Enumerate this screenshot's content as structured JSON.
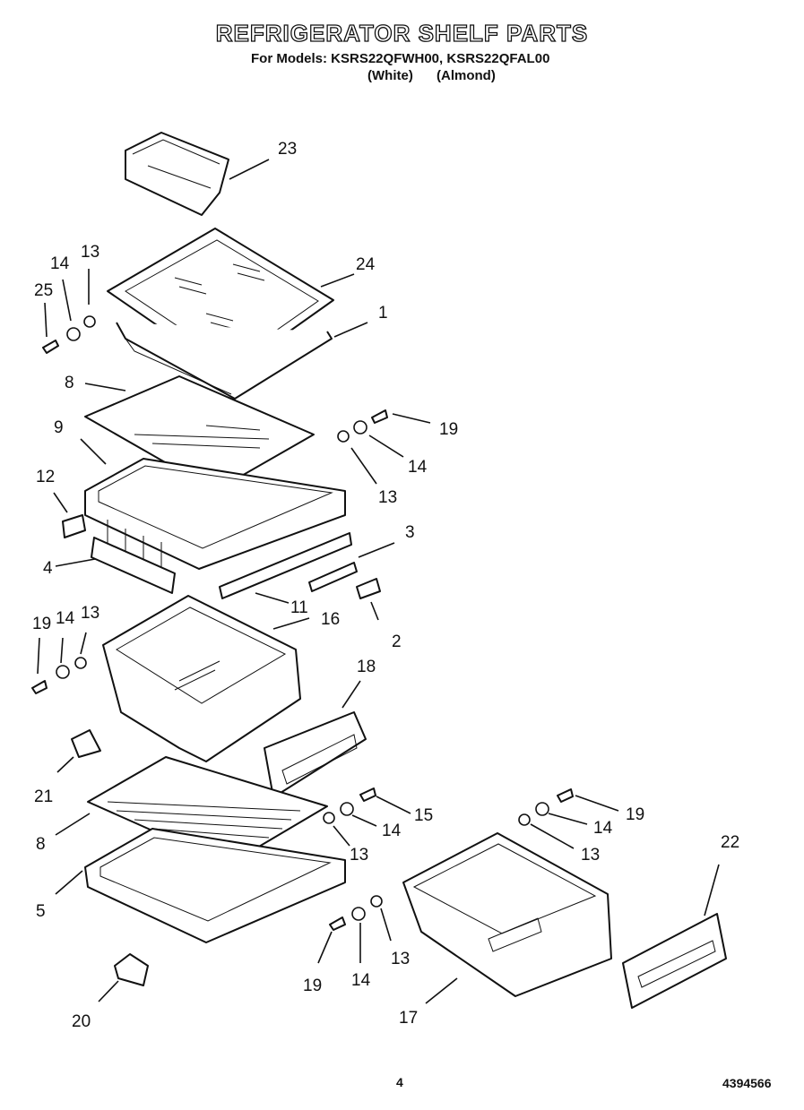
{
  "header": {
    "title": "REFRIGERATOR SHELF PARTS",
    "models_line": "For Models: KSRS22QFWH00, KSRS22QFAL00",
    "variant_1": "(White)",
    "variant_2": "(Almond)"
  },
  "callouts": {
    "c23": "23",
    "c24": "24",
    "c1": "1",
    "c13a": "13",
    "c14a": "14",
    "c25": "25",
    "c8a": "8",
    "c9": "9",
    "c19a": "19",
    "c14b": "14",
    "c13b": "13",
    "c12": "12",
    "c3": "3",
    "c4": "4",
    "c11": "11",
    "c2": "2",
    "c16": "16",
    "c19b": "19",
    "c14c": "14",
    "c13c": "13",
    "c18": "18",
    "c21": "21",
    "c15": "15",
    "c14d": "14",
    "c13d": "13",
    "c8b": "8",
    "c5": "5",
    "c19c": "19",
    "c14e": "14",
    "c13e": "13",
    "c22": "22",
    "c19d": "19",
    "c14f": "14",
    "c13f": "13",
    "c17": "17",
    "c20": "20"
  },
  "footer": {
    "page_number": "4",
    "document_number": "4394566"
  }
}
